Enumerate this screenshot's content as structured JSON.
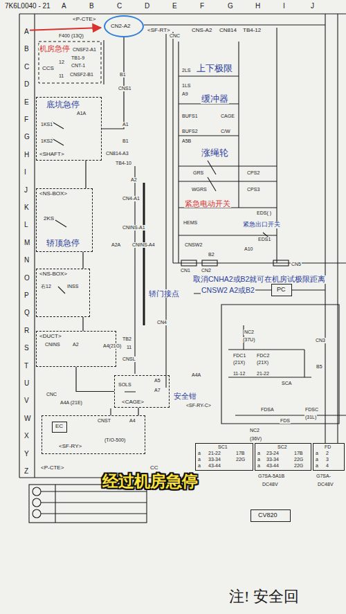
{
  "diagram": {
    "caption": "经过机房急停",
    "nodes": [
      {
        "text": [
          "CN2-A2"
        ]
      },
      {
        "text": [
          "底坑急停",
          "<SHAFT>"
        ]
      },
      {
        "text": [
          "<NS-BOX>",
          "轿顶急停"
        ]
      },
      {
        "text": [
          "<NS-BOX>"
        ]
      },
      {
        "text": [
          "PC"
        ]
      },
      {
        "text": [
          "<DUCT>"
        ]
      },
      {
        "text": [
          "<CAGE>"
        ]
      },
      {
        "text": [
          "<SF-RY>"
        ]
      },
      {
        "text": [
          "EC"
        ],
        "in": 7
      },
      {
        "text": [
          "SC1"
        ]
      },
      {
        "text": [
          "SC2"
        ]
      },
      {
        "text": [
          "FD"
        ]
      },
      {
        "text": [
          "CV820"
        ]
      }
    ],
    "edges": [
      {
        "from": 0,
        "to": 1,
        "arrow": "none"
      },
      {
        "from": 1,
        "to": 2,
        "arrow": "none"
      },
      {
        "from": 2,
        "to": 3,
        "arrow": "none"
      },
      {
        "from": 3,
        "to": 5,
        "arrow": "none"
      },
      {
        "from": 5,
        "to": 6,
        "arrow": "none"
      },
      {
        "from": 6,
        "to": 7,
        "arrow": "none"
      }
    ],
    "labels": [
      "7K6L0040 - 21",
      "A",
      "B",
      "C",
      "D",
      "E",
      "F",
      "G",
      "H",
      "I",
      "J",
      "A",
      "B",
      "C",
      "D",
      "E",
      "F",
      "G",
      "H",
      "I",
      "J",
      "K",
      "L",
      "M",
      "N",
      "O",
      "P",
      "Q",
      "R",
      "S",
      "T",
      "U",
      "V",
      "W",
      "X",
      "Y",
      "Z",
      "机房急停",
      "<P-CTE>",
      "F400 (13Q)",
      "<SF-RT>",
      "CNC",
      "CNS-A2",
      "CN814",
      "TB4-12",
      "CNSF2-A1",
      "TB1-9",
      "CNT-1",
      "CCS",
      "12",
      "11",
      "CNSF2-B1",
      "B1",
      "CNS1",
      "A1A",
      "1KS1",
      "1KS2",
      "A1",
      "B1",
      "CN814-A3",
      "TB4-10",
      "A2",
      "CN4-A1",
      "2KS",
      "CNINS-A1",
      "A2A",
      "CNINS-A4",
      "右12",
      "INSS",
      "轿门接点",
      "CNINS",
      "A2",
      "A4(21G)",
      "TB2",
      "11",
      "CN4",
      "CNSL",
      "A5",
      "SOLS",
      "A7",
      "安全钳",
      "A4A",
      "<SF-RY-C>",
      "CNC",
      "A4A (21E)",
      "CNST",
      "A4",
      "(T/O-500)",
      "<P-CTE>",
      "CC",
      "上下极限",
      "2LS",
      "1LS",
      "A9",
      "缓冲器",
      "BUFS1",
      "CAGE",
      "BUFS2",
      "C/W",
      "A5B",
      "涨绳轮",
      "GRS",
      "CPS2",
      "WGRS",
      "CPS3",
      "紧急电动开关",
      "EDS( )",
      "HEMS",
      "紧急出口开关",
      "EDS1",
      "CNSW2",
      "A10",
      "B2",
      "CN1",
      "CN2",
      "CN5",
      "取消CNHA2或B2就可在机房试极限距离",
      "CNSW2 A2或B2",
      "NC2",
      "(37U)",
      "FDC1",
      "(21X)",
      "FDC2",
      "(21X)",
      "11-12",
      "21-22",
      "SCA",
      "CN3",
      "B5",
      "FDSA",
      "FDSC",
      "(31L)",
      "FDS",
      "NC2",
      "(36V)",
      "a",
      "21-22",
      "17B",
      "a",
      "33-34",
      "22G",
      "a",
      "43-44",
      "a",
      "23-24",
      "17B",
      "a",
      "33-34",
      "22G",
      "a",
      "43-44",
      "22G",
      "G7SA-5A1B",
      "DC48V",
      "a",
      "2",
      "a",
      "3",
      "a",
      "4",
      "G7SA-",
      "DC48V",
      "注! 安全回"
    ]
  }
}
